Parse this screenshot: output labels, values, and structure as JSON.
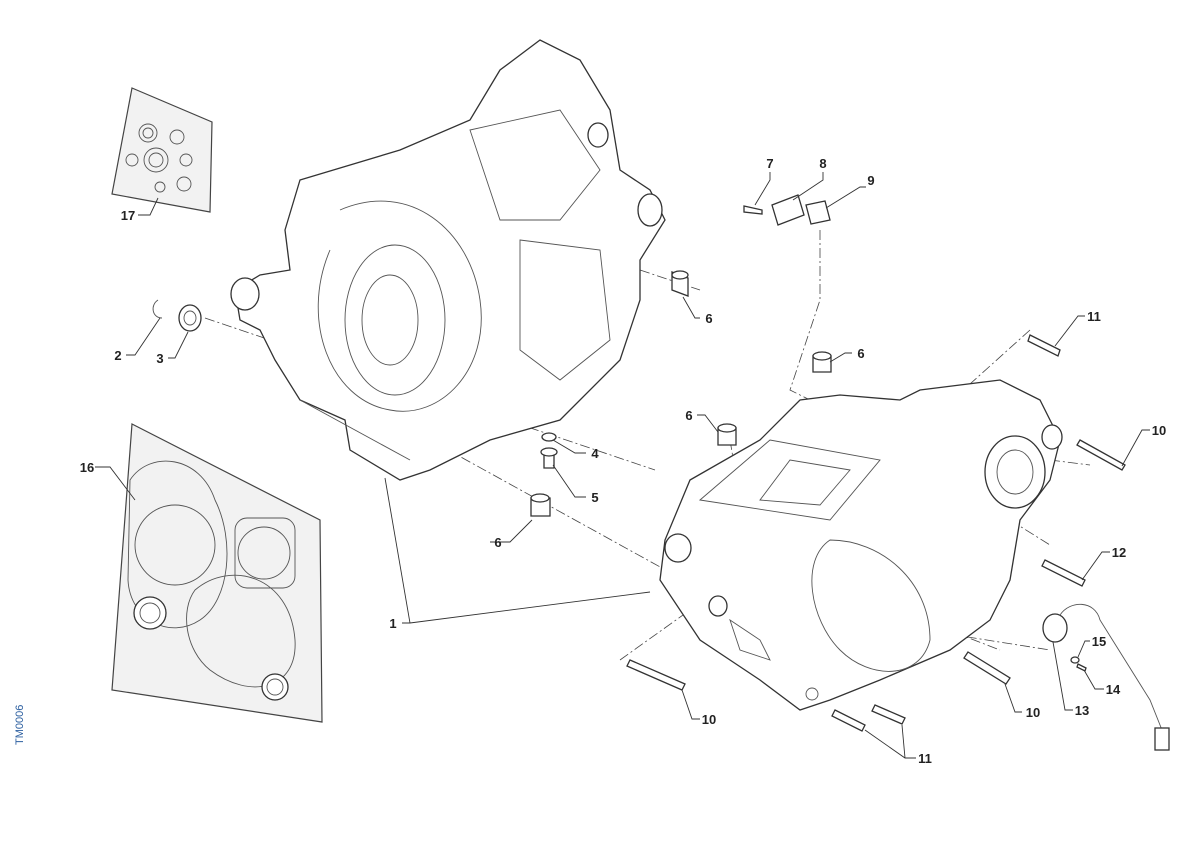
{
  "drawing_code": "TM0006",
  "callouts": {
    "c1": "1",
    "c2": "2",
    "c3": "3",
    "c4": "4",
    "c5": "5",
    "c6a": "6",
    "c6b": "6",
    "c6c": "6",
    "c6d": "6",
    "c7": "7",
    "c8": "8",
    "c9": "9",
    "c10a": "10",
    "c10b": "10",
    "c10c": "10",
    "c11a": "11",
    "c11b": "11",
    "c12": "12",
    "c13": "13",
    "c14": "14",
    "c15": "15",
    "c16": "16",
    "c17": "17"
  }
}
